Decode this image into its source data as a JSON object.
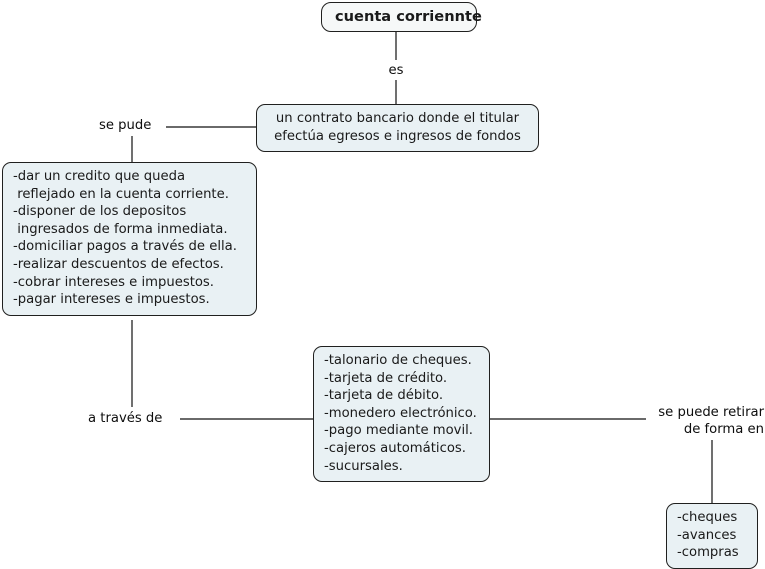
{
  "diagram": {
    "type": "concept-map",
    "title": "cuenta corriennte",
    "background_color": "#ffffff",
    "node_fill_color": "#e9f1f4",
    "node_border_color": "#20201f",
    "edge_color": "#111111"
  },
  "nodes": {
    "root": {
      "text": "cuenta corriennte"
    },
    "definition": {
      "text": "un contrato bancario donde el titular\nefectúa egresos e ingresos de fondos"
    },
    "can_do": {
      "text": "-dar un credito que queda\n reflejado en la cuenta corriente.\n-disponer de los depositos\n ingresados de forma inmediata.\n-domiciliar pagos a través de ella.\n-realizar descuentos de efectos.\n-cobrar intereses e impuestos.\n-pagar intereses e impuestos.",
      "items": [
        "-dar un credito que queda reflejado en la cuenta corriente.",
        "-disponer de los depositos ingresados de forma inmediata.",
        "-domiciliar pagos a través de ella.",
        "-realizar descuentos de efectos.",
        "-cobrar intereses e impuestos.",
        "-pagar intereses e impuestos."
      ]
    },
    "methods": {
      "text": "-talonario de cheques.\n-tarjeta de crédito.\n-tarjeta de débito.\n-monedero electrónico.\n-pago mediante movil.\n-cajeros automáticos.\n-sucursales.",
      "items": [
        "-talonario de cheques.",
        "-tarjeta de crédito.",
        "-tarjeta de débito.",
        "-monedero electrónico.",
        "-pago mediante movil.",
        "-cajeros automáticos.",
        "-sucursales."
      ]
    },
    "withdraw": {
      "text": "-cheques\n-avances\n-compras",
      "items": [
        "-cheques",
        "-avances",
        "-compras"
      ]
    }
  },
  "edge_labels": {
    "es": "es",
    "se_pude": "se pude",
    "a_traves_de": "a través de",
    "se_puede_retirar": "se puede retirar\nde forma en"
  }
}
